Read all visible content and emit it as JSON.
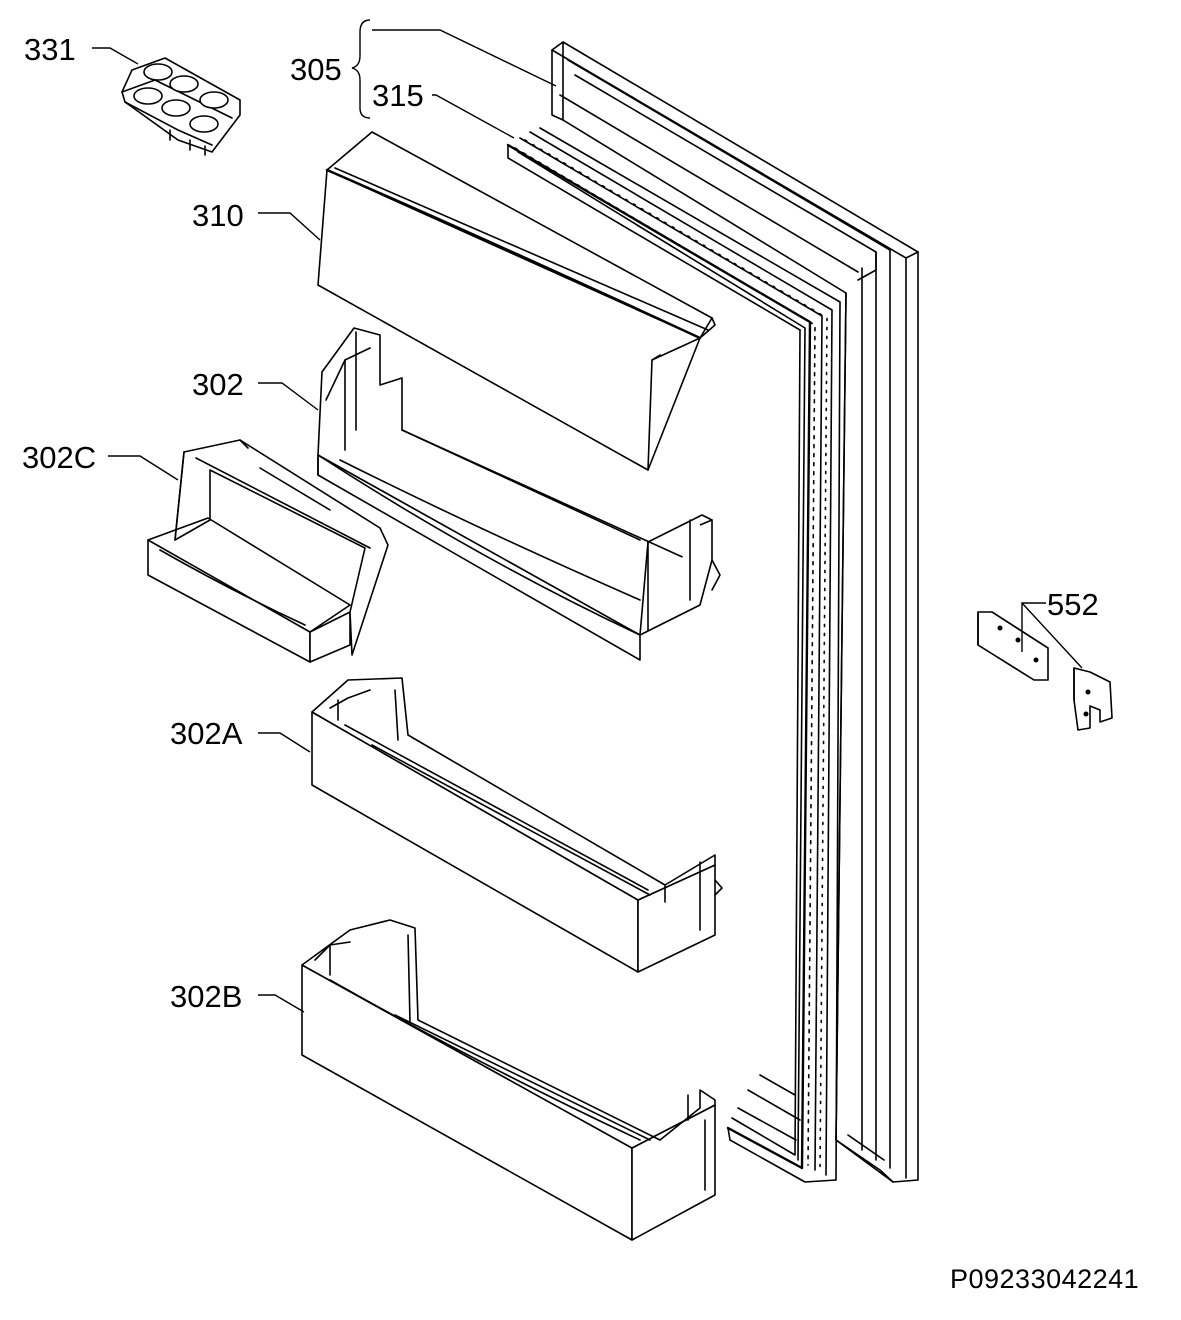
{
  "labels": {
    "p331": "331",
    "p305": "305",
    "p315": "315",
    "p310": "310",
    "p302": "302",
    "p302c": "302C",
    "p302a": "302A",
    "p302b": "302B",
    "p552": "552"
  },
  "reference": "P09233042241",
  "colors": {
    "line": "#000000",
    "background": "#ffffff"
  }
}
